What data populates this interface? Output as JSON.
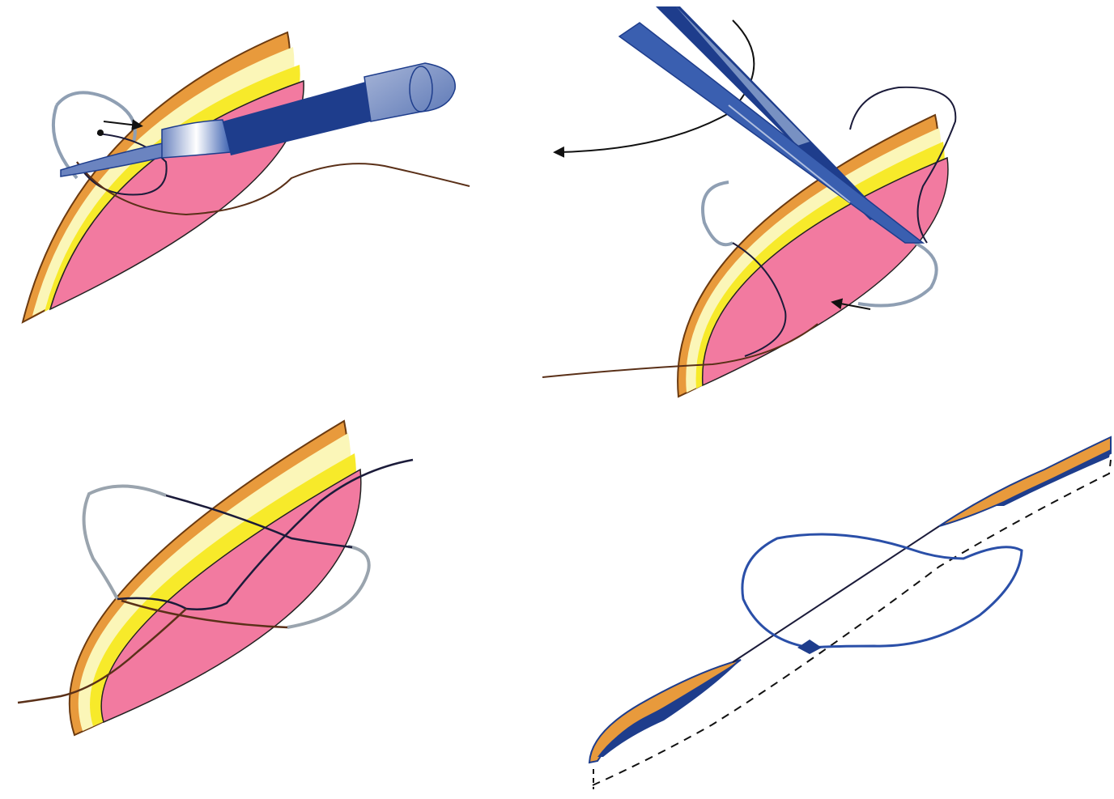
{
  "figure": {
    "panels": [
      {
        "id": "panel-1",
        "content": "needle-driver-passing-suture-through-tissue-layers"
      },
      {
        "id": "panel-2",
        "content": "forceps-rotating-suture-loop"
      },
      {
        "id": "panel-3",
        "content": "crossed-sutures-in-tissue-layers"
      },
      {
        "id": "panel-4",
        "content": "tissue-edge-with-suture-loop-knot"
      }
    ],
    "colors": {
      "skin_outer": "#e89a3c",
      "epidermis": "#fbf6b8",
      "dermis": "#f7ea2a",
      "tissue": "#f27aa0",
      "instrument_dark": "#1e3d8c",
      "instrument_mid": "#3a5fb0",
      "instrument_light": "#8fa6d0",
      "suture_dark": "#1b1b3a",
      "suture_brown": "#5a3018",
      "suture_gray": "#8f9fb3",
      "loop_blue": "#2a4fa8"
    }
  }
}
